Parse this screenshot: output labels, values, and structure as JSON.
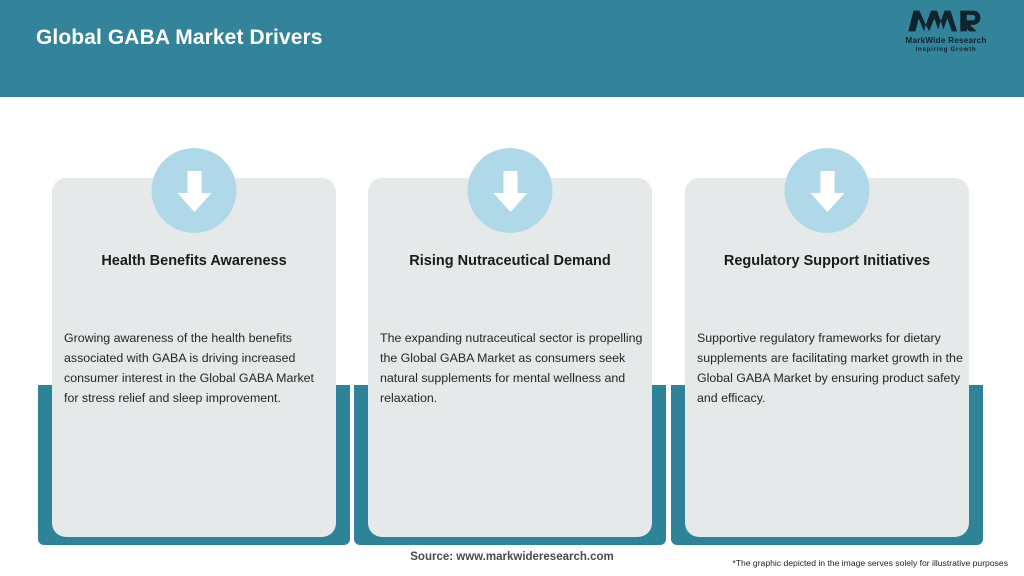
{
  "header": {
    "title": "Global GABA Market Drivers",
    "bar_color": "#33849A",
    "title_color": "#FFFFFF"
  },
  "logo": {
    "mark_text": "MWR",
    "name": "MarkWide Research",
    "tagline": "Inspiring Growth",
    "color": "#10232E"
  },
  "theme": {
    "accent_teal": "#2F8398",
    "card_bg": "#E6E9EA",
    "icon_circle": "#AFD9E8",
    "icon_arrow": "#FFFFFF"
  },
  "cards": [
    {
      "icon": "arrow-down-icon",
      "title": "Health Benefits Awareness",
      "body": "Growing awareness of the health benefits associated with GABA is driving increased consumer interest in the Global GABA Market for stress relief and sleep improvement."
    },
    {
      "icon": "arrow-down-icon",
      "title": "Rising Nutraceutical Demand",
      "body": "The expanding nutraceutical sector is propelling the Global GABA Market as consumers seek natural supplements for mental wellness and relaxation."
    },
    {
      "icon": "arrow-down-icon",
      "title": "Regulatory Support Initiatives",
      "body": "Supportive regulatory frameworks for dietary supplements are facilitating market growth in the Global GABA Market by ensuring product safety and efficacy."
    }
  ],
  "footer": {
    "source": "Source: www.markwideresearch.com",
    "disclaimer": "*The graphic depicted in the image serves solely for illustrative purposes"
  }
}
